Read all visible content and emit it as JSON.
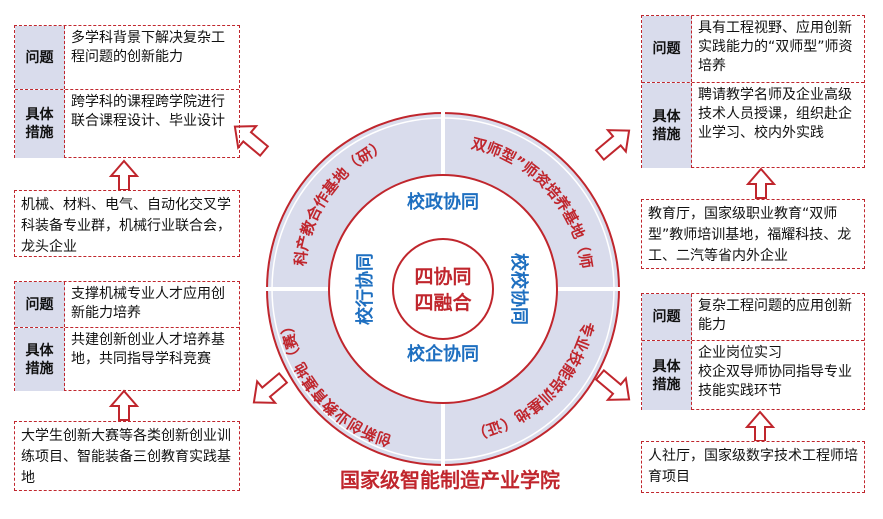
{
  "colors": {
    "accent": "#c0262d",
    "label_bg": "#d9dcec",
    "blue": "#1e6fc0",
    "ring": "#c0262d"
  },
  "title": "国家级智能制造产业学院",
  "center": {
    "line1": "四协同",
    "line2": "四融合"
  },
  "inner_ring": {
    "top": "校政协同",
    "right": "校校协同",
    "bottom": "校企协同",
    "left": "校行协同"
  },
  "outer_ring": {
    "top_left": "科产教合作基地（研）",
    "top_right": "“双师型”师资培养基地（师）",
    "bottom_right": "专业技能培训基地（证）",
    "bottom_left": "创新创业教育基地（赛）"
  },
  "labels": {
    "problem": "问题",
    "measures": "具体措施"
  },
  "panels": {
    "top_left": {
      "problem": "多学科背景下解决复杂工程问题的创新能力",
      "measures": "跨学科的课程跨学院进行联合课程设计、毕业设计",
      "footer": "机械、材料、电气、自动化交叉学科装备专业群，机械行业联合会，龙头企业"
    },
    "bottom_left": {
      "problem": "支撑机械专业人才应用创新能力培养",
      "measures": "共建创新创业人才培养基地，共同指导学科竞赛",
      "footer": "大学生创新大赛等各类创新创业训练项目、智能装备三创教育实践基地"
    },
    "top_right": {
      "problem": "具有工程视野、应用创新实践能力的“双师型”师资培养",
      "measures": "聘请教学名师及企业高级技术人员授课，组织赴企业学习、校内外实践",
      "footer": "教育厅，国家级职业教育“双师型”教师培训基地，福耀科技、龙工、二汽等省内外企业"
    },
    "bottom_right": {
      "problem": "复杂工程问题的应用创新能力",
      "measures": "企业岗位实习\n校企双导师协同指导专业技能实践环节",
      "footer": "人社厅，国家级数字技术工程师培育项目"
    }
  }
}
